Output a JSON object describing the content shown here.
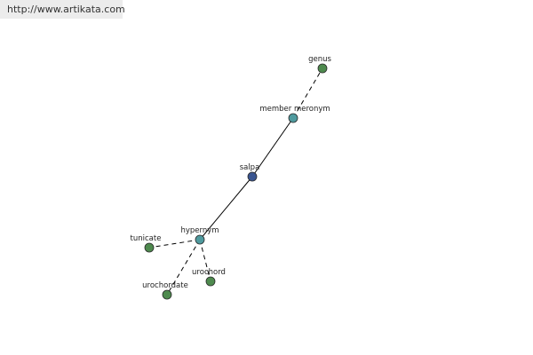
{
  "header": {
    "url": "http://www.artikata.com"
  },
  "colors": {
    "center_node": "#3a5590",
    "relation_node": "#4f9a9e",
    "leaf_node": "#4e8a4e",
    "edge": "#000000"
  },
  "graph": {
    "nodes": {
      "salpa": {
        "label": "salpa",
        "kind": "center"
      },
      "member_meronym": {
        "label": "member meronym",
        "kind": "relation"
      },
      "genus": {
        "label": "genus",
        "kind": "leaf"
      },
      "hypernym": {
        "label": "hypernym",
        "kind": "relation"
      },
      "tunicate": {
        "label": "tunicate",
        "kind": "leaf"
      },
      "urochord": {
        "label": "urochord",
        "kind": "leaf"
      },
      "urochordate": {
        "label": "urochordate",
        "kind": "leaf"
      }
    },
    "edges": [
      {
        "from": "salpa",
        "to": "member_meronym",
        "style": "solid"
      },
      {
        "from": "salpa",
        "to": "hypernym",
        "style": "solid"
      },
      {
        "from": "member_meronym",
        "to": "genus",
        "style": "dashed"
      },
      {
        "from": "hypernym",
        "to": "tunicate",
        "style": "dashed"
      },
      {
        "from": "hypernym",
        "to": "urochord",
        "style": "dashed"
      },
      {
        "from": "hypernym",
        "to": "urochordate",
        "style": "dashed"
      }
    ]
  }
}
